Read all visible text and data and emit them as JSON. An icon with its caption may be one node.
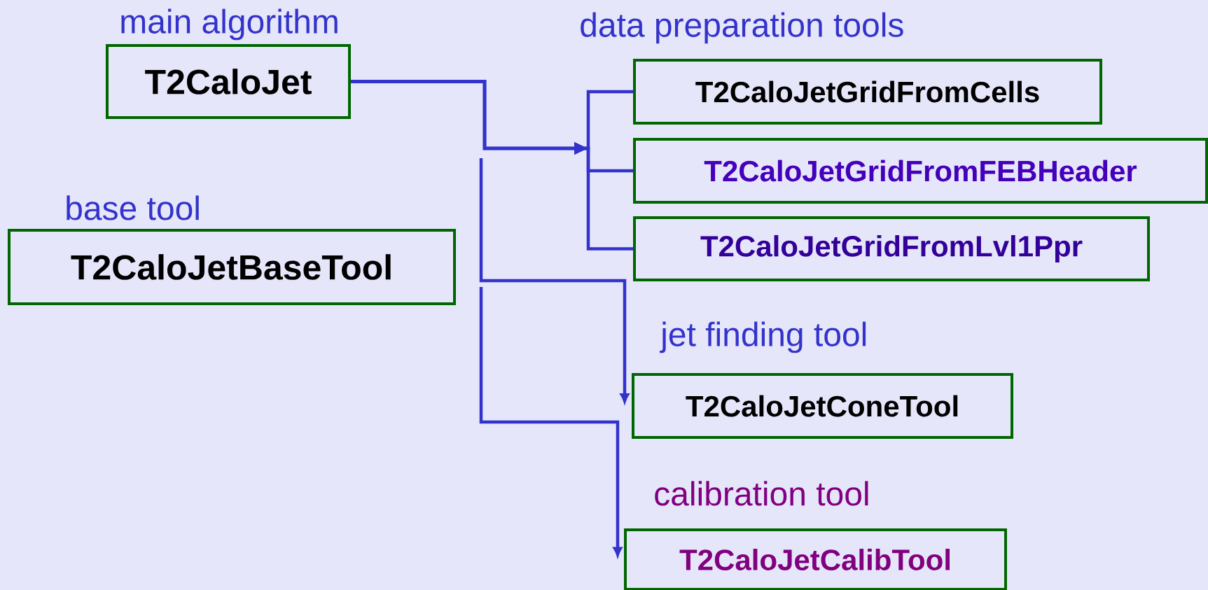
{
  "diagram": {
    "nodes": [
      {
        "text": [
          "main algorithm",
          "T2CaloJet"
        ]
      },
      {
        "text": [
          "T2CaloJetGridFromCells"
        ]
      },
      {
        "text": [
          "T2CaloJetGridFromFEBHeader"
        ]
      },
      {
        "text": [
          "T2CaloJetGridFromLvl1Ppr"
        ]
      },
      {
        "text": [
          "jet finding tool",
          "T2CaloJetConeTool"
        ]
      },
      {
        "text": [
          "calibration tool",
          "T2CaloJetCalibTool"
        ]
      },
      {
        "text": [
          "base tool",
          "T2CaloJetBaseTool"
        ]
      }
    ],
    "edges": [
      {
        "from": 0,
        "to": 1,
        "arrow": "to"
      },
      {
        "from": 0,
        "to": 2,
        "arrow": "to"
      },
      {
        "from": 0,
        "to": 3,
        "arrow": "to"
      },
      {
        "from": null,
        "to": 4,
        "arrow": "to"
      },
      {
        "from": null,
        "to": 5,
        "arrow": "to"
      }
    ],
    "labels": [
      "data preparation tools"
    ]
  }
}
